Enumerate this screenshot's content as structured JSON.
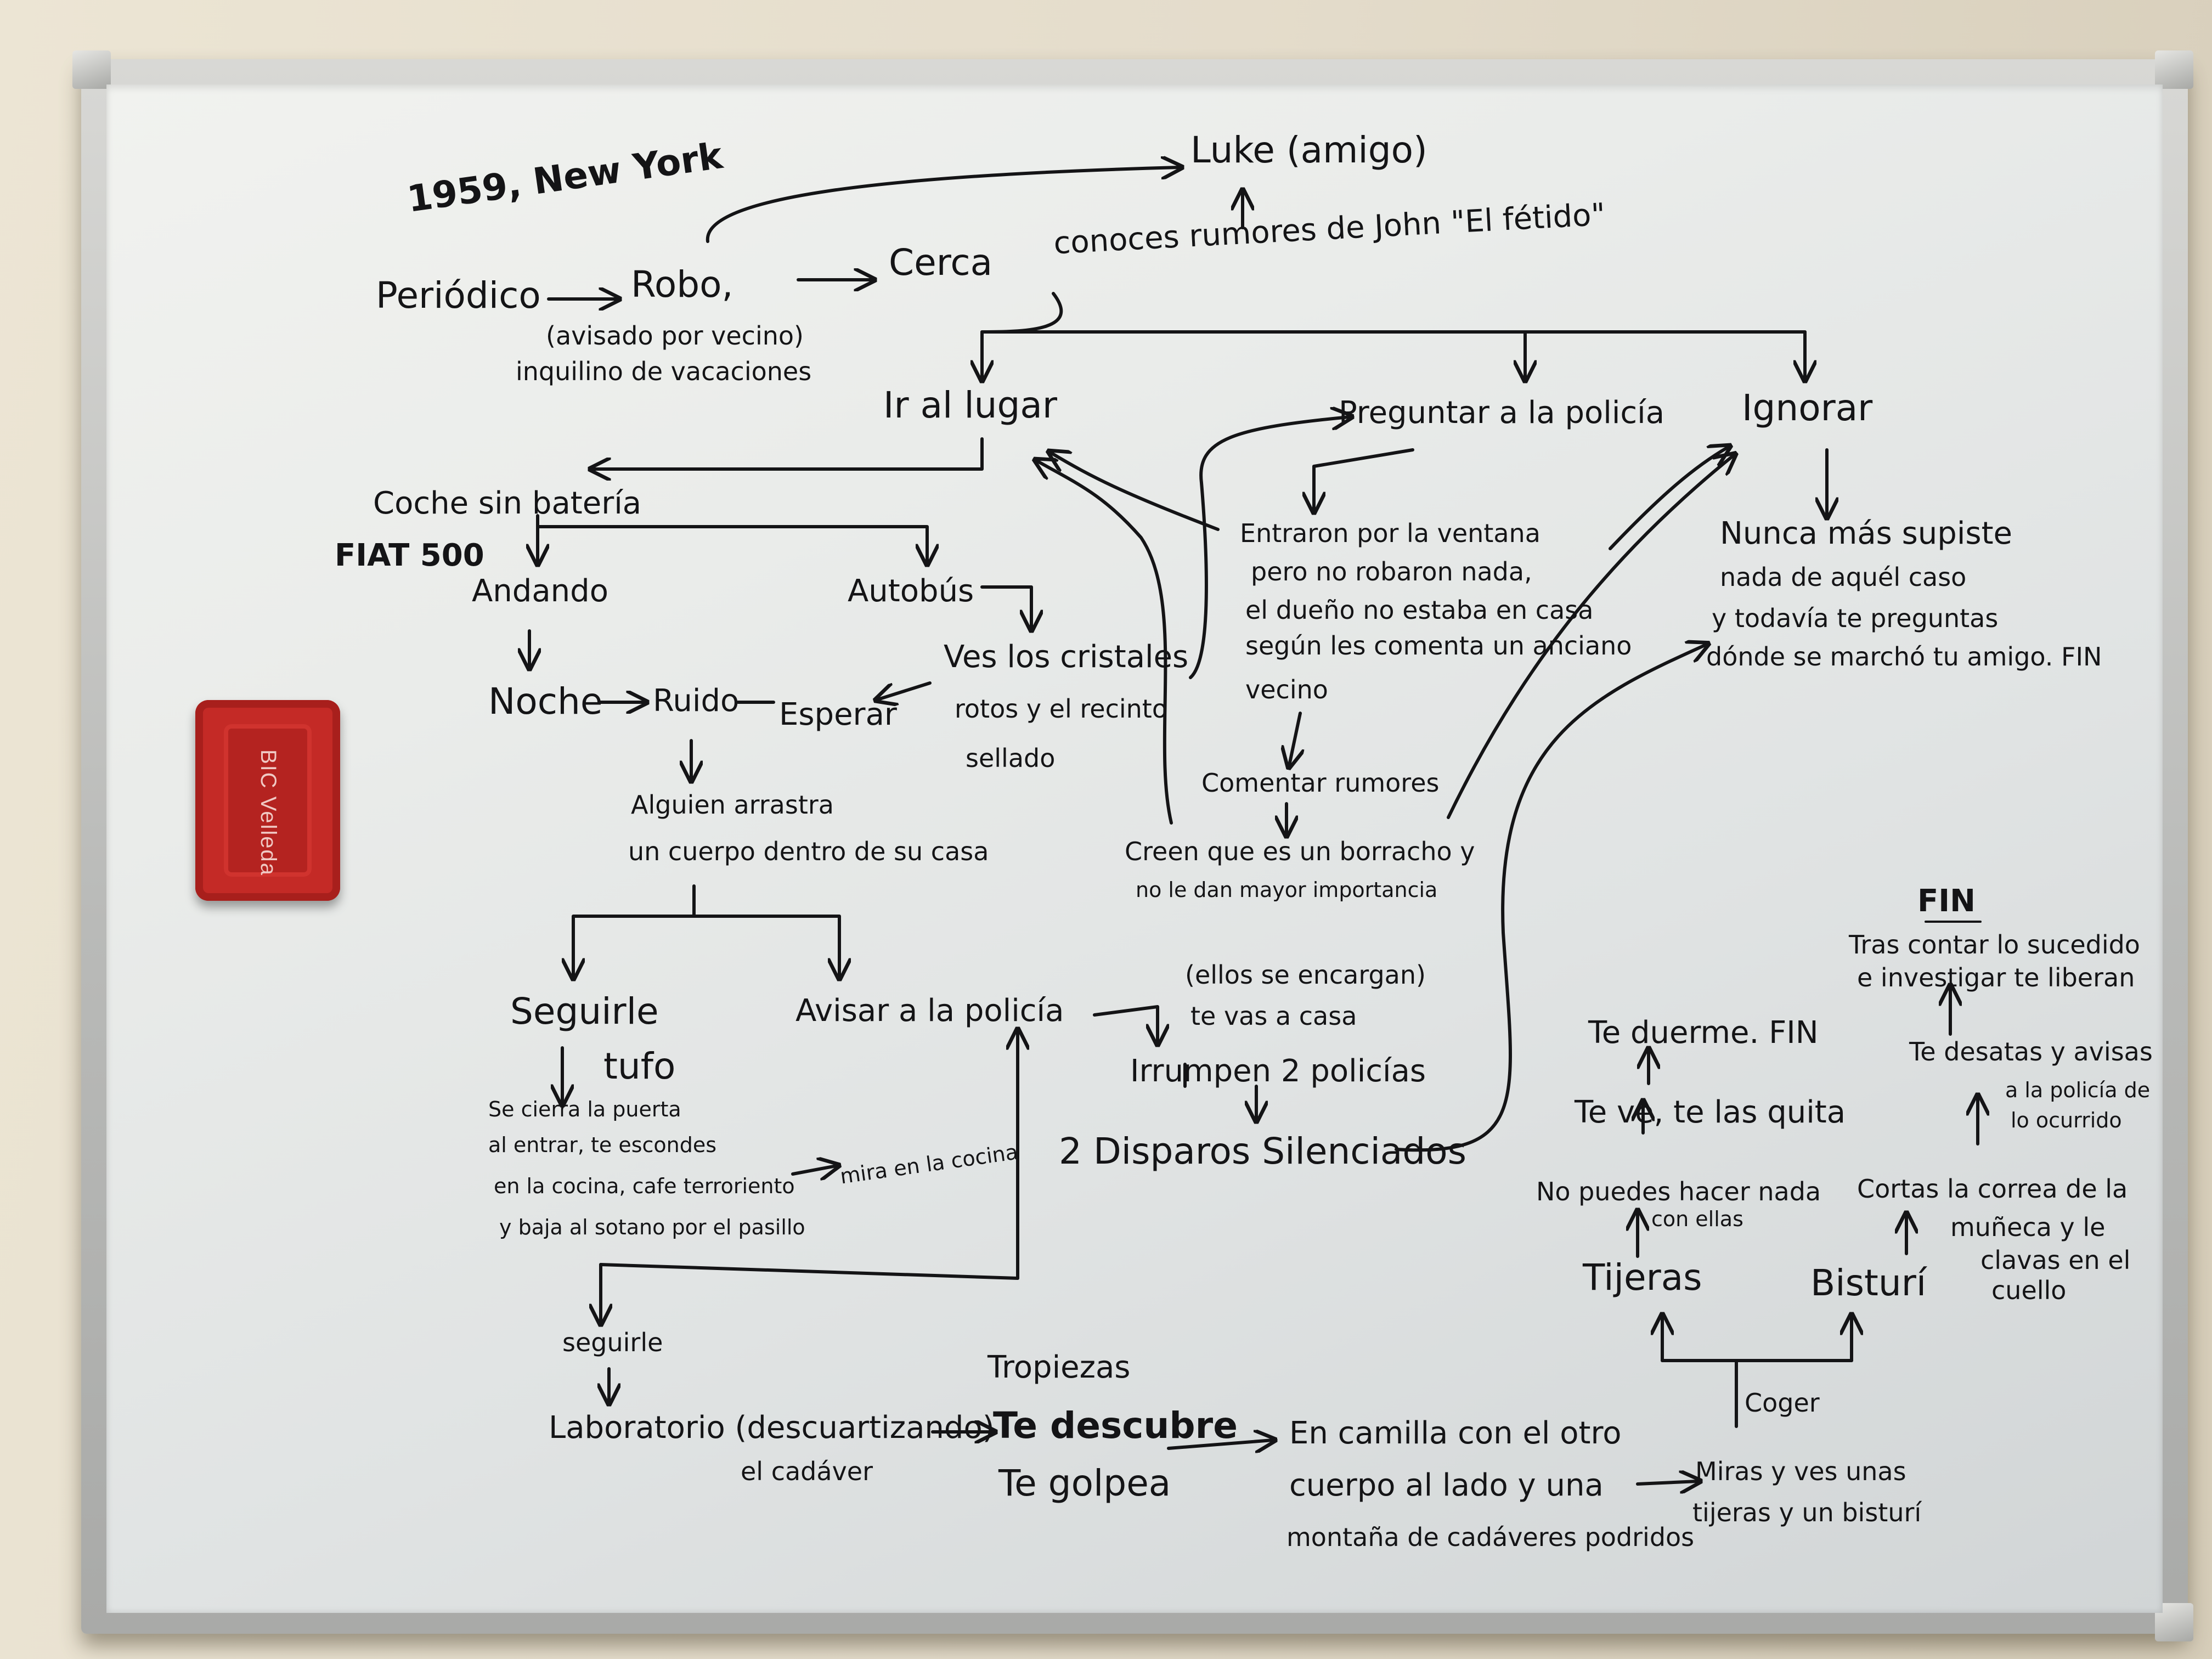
{
  "whiteboard": {
    "eraser_brand": "BIC Velleda",
    "nodes": {
      "setting": "1959, New York",
      "luke": "Luke (amigo)",
      "periodico": "Periódico",
      "robo": "Robo,",
      "robo_note1": "(avisado por vecino)",
      "robo_note2": "inquilino de vacaciones",
      "cerca": "Cerca",
      "rumores_john": "conoces rumores de John \"El fétido\"",
      "ir_lugar": "Ir al lugar",
      "preguntar_policia": "Preguntar a la policía",
      "ignorar": "Ignorar",
      "coche": "Coche sin batería",
      "fiat": "FIAT 500",
      "andando": "Andando",
      "autobus": "Autobús",
      "noche": "Noche",
      "ruido": "Ruido",
      "esperar": "Esperar",
      "cristales1": "Ves los cristales",
      "cristales2": "rotos y el recinto",
      "cristales3": "sellado",
      "entraron1": "Entraron por la ventana",
      "entraron2": "pero no robaron nada,",
      "entraron3": "el dueño no estaba en casa",
      "entraron4": "según les comenta un anciano",
      "entraron5": "vecino",
      "nunca1": "Nunca más supiste",
      "nunca2": "nada de aquél caso",
      "nunca3": "y todavía te preguntas",
      "nunca4": "dónde se marchó tu amigo. FIN",
      "comentar": "Comentar rumores",
      "borracho1": "Creen que es un borracho y",
      "borracho2": "no le dan mayor importancia",
      "alguien1": "Alguien arrastra",
      "alguien2": "un cuerpo dentro de su casa",
      "seguirle_tufo1": "Seguirle",
      "seguirle_tufo2": "tufo",
      "avisar_policia": "Avisar a la policía",
      "ellos1": "(ellos se encargan)",
      "ellos2": "te vas a casa",
      "irrumpen": "Irrumpen 2 policías",
      "disparos": "2 Disparos Silenciados",
      "cierra1": "Se cierra la puerta",
      "cierra2": "al entrar, te escondes",
      "cierra3": "en la cocina, cafe terroriento",
      "cierra4": "y baja al sotano por el pasillo",
      "mira_cocina": "mira en la cocina",
      "seguirle2": "seguirle",
      "laboratorio1": "Laboratorio (descuartizando)",
      "laboratorio2": "el cadáver",
      "tropiezas": "Tropiezas",
      "descubre": "Te descubre",
      "golpea": "Te golpea",
      "camilla1": "En camilla con el otro",
      "camilla2": "cuerpo al lado y una",
      "camilla3": "montaña de cadáveres podridos",
      "miras1": "Miras y ves unas",
      "miras2": "tijeras y un bisturí",
      "coger": "Coger",
      "tijeras": "Tijeras",
      "bisturi": "Bisturí",
      "no_puedes1": "No puedes hacer nada",
      "no_puedes2": "con ellas",
      "te_ve": "Te ve, te las quita",
      "duerme": "Te duerme. FIN",
      "cortas1": "Cortas la correa de la",
      "cortas2": "muñeca y le",
      "cortas3": "clavas en el",
      "cortas4": "cuello",
      "desatas1": "Te desatas y avisas",
      "desatas2": "a la policía de",
      "desatas3": "lo ocurrido",
      "fin_title": "FIN",
      "tras1": "Tras contar lo sucedido",
      "tras2": "e investigar te liberan"
    }
  }
}
